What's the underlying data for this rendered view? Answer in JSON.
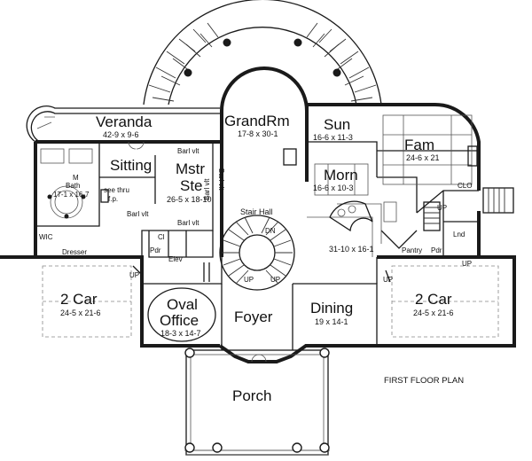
{
  "plan_title": "FIRST FLOOR PLAN",
  "rooms": {
    "veranda": {
      "name": "Veranda",
      "size": "42-9 x 9-6"
    },
    "grandrm": {
      "name": "GrandRm",
      "size": "17-8 x 30-1"
    },
    "sun": {
      "name": "Sun",
      "size": "16-6 x 11-3"
    },
    "fam": {
      "name": "Fam",
      "size": "24-6 x 21"
    },
    "sitting": {
      "name": "Sitting"
    },
    "mstr_ste": {
      "name": "Mstr",
      "name2": "Ste",
      "size": "26-5 x 18-10"
    },
    "m_bath": {
      "name": "M",
      "name2": "Bath",
      "size": "17-1 x 16-7"
    },
    "morn": {
      "name": "Morn",
      "size": "16-6 x 10-3"
    },
    "stair_hall": {
      "name": "Stair Hall"
    },
    "kitchen": {
      "size": "31-10 x 16-1"
    },
    "garage_left": {
      "name": "2 Car",
      "size": "24-5 x 21-6"
    },
    "oval_office": {
      "name": "Oval",
      "name2": "Office",
      "size": "18-3 x 14-7"
    },
    "foyer": {
      "name": "Foyer"
    },
    "dining": {
      "name": "Dining",
      "size": "19 x 14-1"
    },
    "garage_right": {
      "name": "2 Car",
      "size": "24-5 x 21-6"
    },
    "porch": {
      "name": "Porch"
    }
  },
  "labels": {
    "barl_vlt": "Barl vlt",
    "see_thru": "see thru",
    "fp": "f.p.",
    "wic": "WIC",
    "dresser": "Dresser",
    "cl": "Cl",
    "pdr": "Pdr",
    "elev": "Elev",
    "dn": "DN",
    "up": "UP",
    "clo": "CLO",
    "lnd": "Lnd",
    "pantry": "Pantry"
  }
}
